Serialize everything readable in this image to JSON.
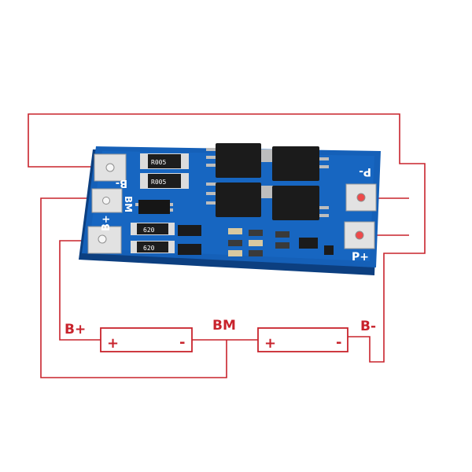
{
  "colors": {
    "wire": "#c8232c",
    "pcb": "#1560b8",
    "pcb_edge": "#0c3f80",
    "pad": "#e2e2e2",
    "chip": "#1b1b1b",
    "resistor_text": "#ffffff",
    "background": "#ffffff"
  },
  "diagram": {
    "labels": {
      "b_plus": "B+",
      "bm": "BM",
      "b_minus": "B-"
    },
    "battery_left": {
      "plus": "+",
      "minus": "-"
    },
    "battery_right": {
      "plus": "+",
      "minus": "-"
    }
  },
  "board": {
    "silkscreen": {
      "b_minus": "B-",
      "bm": "BM",
      "b_plus": "B+",
      "p_minus": "P-",
      "p_plus": "P+"
    },
    "resistors": {
      "r1": "R005",
      "r2": "R005",
      "r3": "620",
      "r4": "620"
    }
  },
  "icons": [
    "bms-board-icon",
    "battery-cell-icon",
    "mosfet-chip-icon"
  ]
}
